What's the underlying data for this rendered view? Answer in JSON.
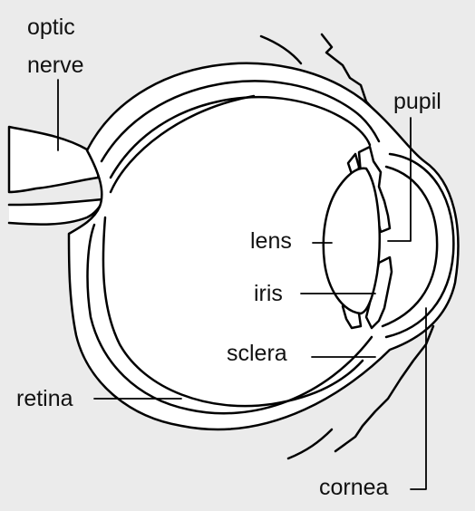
{
  "diagram": {
    "background": "#ebebeb",
    "stroke_color": "#000000",
    "fill_color": "#ffffff",
    "labels": {
      "optic_line1": "optic",
      "optic_line2": "nerve",
      "pupil": "pupil",
      "lens": "lens",
      "iris": "iris",
      "sclera": "sclera",
      "retina": "retina",
      "cornea": "cornea"
    }
  }
}
